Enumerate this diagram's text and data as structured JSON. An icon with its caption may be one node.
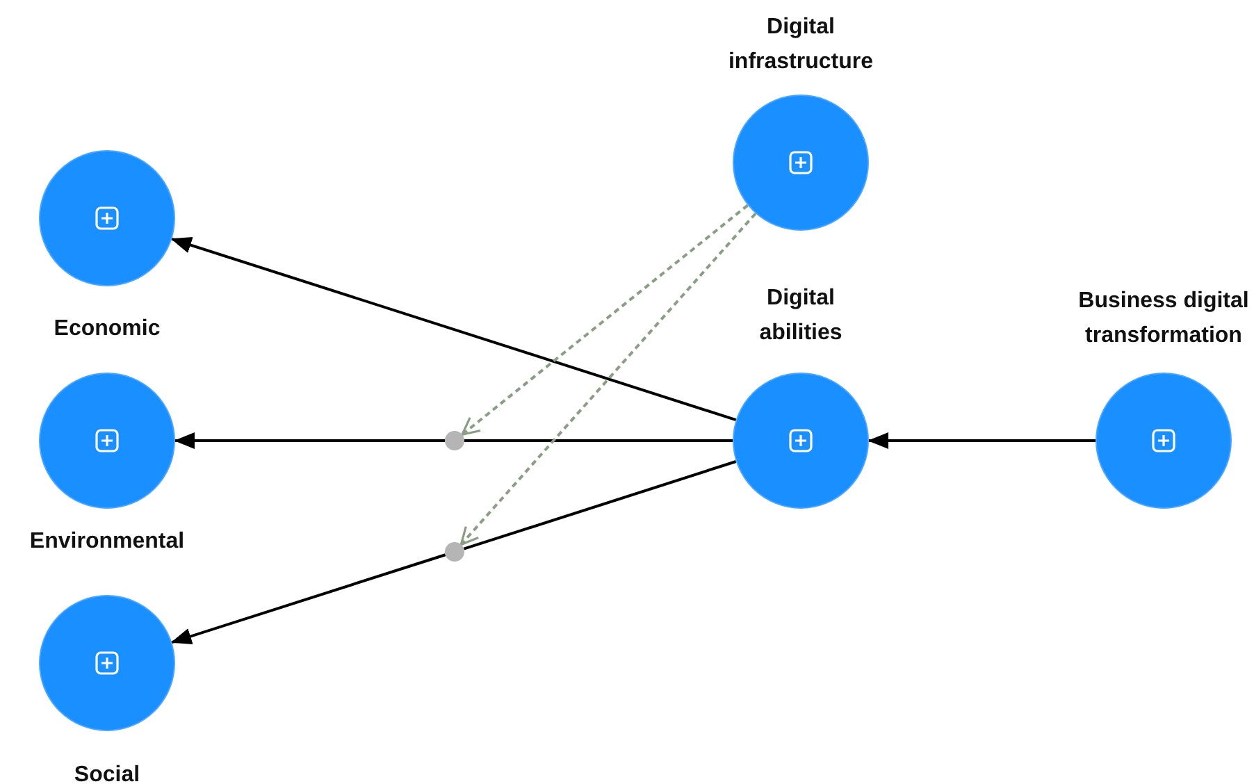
{
  "diagram": {
    "nodes": [
      {
        "text": [
          "Economic"
        ]
      },
      {
        "text": [
          "Environmental"
        ]
      },
      {
        "text": [
          "Social"
        ]
      },
      {
        "text": [
          "Digital infrastructure"
        ]
      },
      {
        "text": [
          "Digital abilities"
        ]
      },
      {
        "text": [
          "Business digital transformation"
        ]
      },
      {
        "text": [],
        "shape": "circle"
      },
      {
        "text": [],
        "shape": "circle"
      }
    ],
    "edges": [
      {
        "from": 5,
        "to": 4,
        "arrow": "to"
      },
      {
        "from": 4,
        "to": 0,
        "arrow": "to"
      },
      {
        "from": 4,
        "to": 6,
        "arrow": "none"
      },
      {
        "from": 6,
        "to": 1,
        "arrow": "to"
      },
      {
        "from": 4,
        "to": 7,
        "arrow": "none"
      },
      {
        "from": 7,
        "to": 2,
        "arrow": "to"
      },
      {
        "from": 3,
        "to": 6,
        "arrow": "to",
        "style": "dashed",
        "color": "#8a9e85"
      },
      {
        "from": 3,
        "to": 7,
        "arrow": "to",
        "style": "dashed",
        "color": "#8a9e85"
      }
    ]
  }
}
